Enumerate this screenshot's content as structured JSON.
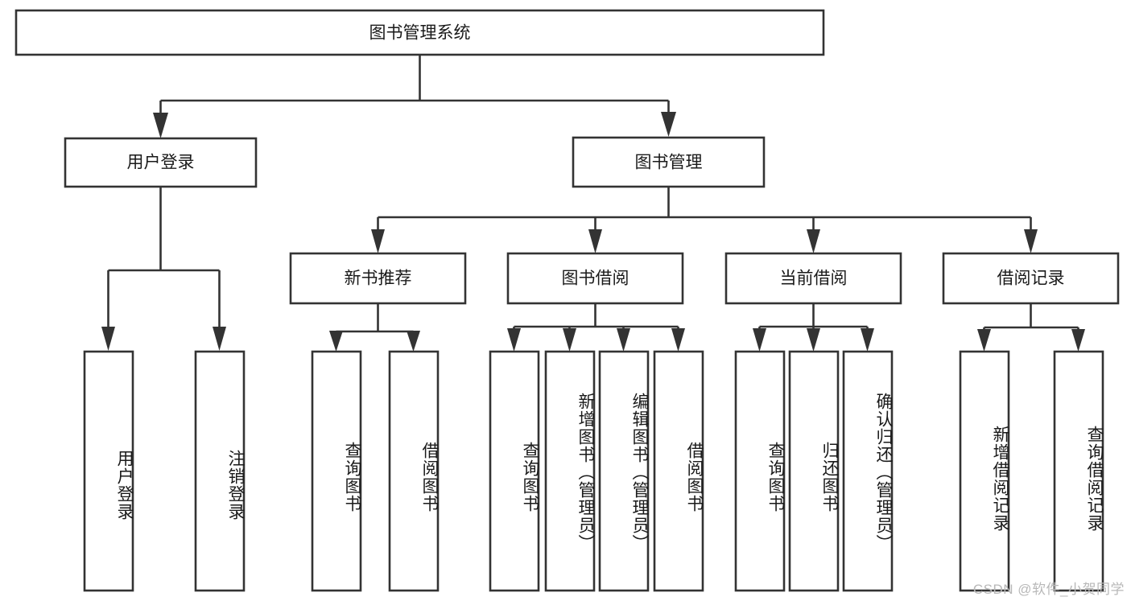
{
  "diagram": {
    "type": "tree-hierarchy",
    "title": "图书管理系统",
    "watermark": "CSDN @软件_小贺同学",
    "colors": {
      "stroke": "#333333",
      "fill": "#ffffff",
      "text": "#1a1a1a",
      "watermark": "#b8b8b8",
      "background": "#ffffff"
    },
    "levels": [
      {
        "level": 1,
        "nodes": [
          {
            "id": "root",
            "label": "图书管理系统",
            "orientation": "horizontal"
          }
        ]
      },
      {
        "level": 2,
        "nodes": [
          {
            "id": "login",
            "label": "用户登录",
            "orientation": "horizontal",
            "parent": "root"
          },
          {
            "id": "bookmgmt",
            "label": "图书管理",
            "orientation": "horizontal",
            "parent": "root"
          }
        ]
      },
      {
        "level": 3,
        "nodes": [
          {
            "id": "newbook",
            "label": "新书推荐",
            "orientation": "horizontal",
            "parent": "bookmgmt"
          },
          {
            "id": "borrow",
            "label": "图书借阅",
            "orientation": "horizontal",
            "parent": "bookmgmt"
          },
          {
            "id": "current",
            "label": "当前借阅",
            "orientation": "horizontal",
            "parent": "bookmgmt"
          },
          {
            "id": "records",
            "label": "借阅记录",
            "orientation": "horizontal",
            "parent": "bookmgmt"
          }
        ]
      },
      {
        "level": 4,
        "nodes": [
          {
            "id": "leaf-1",
            "label": "用户登录",
            "orientation": "vertical",
            "parent": "login"
          },
          {
            "id": "leaf-2",
            "label": "注销登录",
            "orientation": "vertical",
            "parent": "login"
          },
          {
            "id": "leaf-3",
            "label": "查询图书",
            "orientation": "vertical",
            "parent": "newbook"
          },
          {
            "id": "leaf-4",
            "label": "借阅图书",
            "orientation": "vertical",
            "parent": "newbook"
          },
          {
            "id": "leaf-5",
            "label": "查询图书",
            "orientation": "vertical",
            "parent": "borrow"
          },
          {
            "id": "leaf-6",
            "label": "新增图书（管理员）",
            "orientation": "vertical",
            "parent": "borrow"
          },
          {
            "id": "leaf-7",
            "label": "编辑图书（管理员）",
            "orientation": "vertical",
            "parent": "borrow"
          },
          {
            "id": "leaf-8",
            "label": "借阅图书",
            "orientation": "vertical",
            "parent": "borrow"
          },
          {
            "id": "leaf-9",
            "label": "查询图书",
            "orientation": "vertical",
            "parent": "current"
          },
          {
            "id": "leaf-10",
            "label": "归还图书",
            "orientation": "vertical",
            "parent": "current"
          },
          {
            "id": "leaf-11",
            "label": "确认归还（管理员）",
            "orientation": "vertical",
            "parent": "current"
          },
          {
            "id": "leaf-12",
            "label": "新增借阅记录",
            "orientation": "vertical",
            "parent": "records"
          },
          {
            "id": "leaf-13",
            "label": "查询借阅记录",
            "orientation": "vertical",
            "parent": "records"
          }
        ]
      }
    ]
  }
}
